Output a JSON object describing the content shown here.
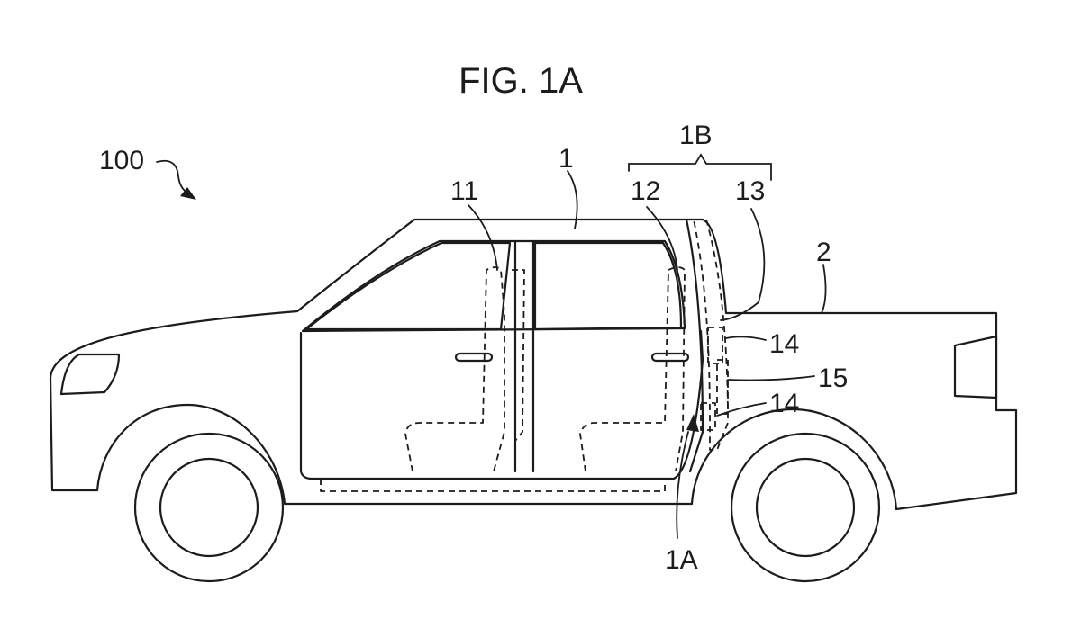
{
  "figure": {
    "title": "FIG. 1A"
  },
  "labels": {
    "vehicle": "100",
    "cabin": "1",
    "bed": "2",
    "front_seat": "11",
    "rear_seat": "12",
    "wall": "13",
    "device_upper": "14",
    "device_middle": "15",
    "device_lower": "14",
    "region_1b": "1B",
    "region_1a": "1A"
  }
}
